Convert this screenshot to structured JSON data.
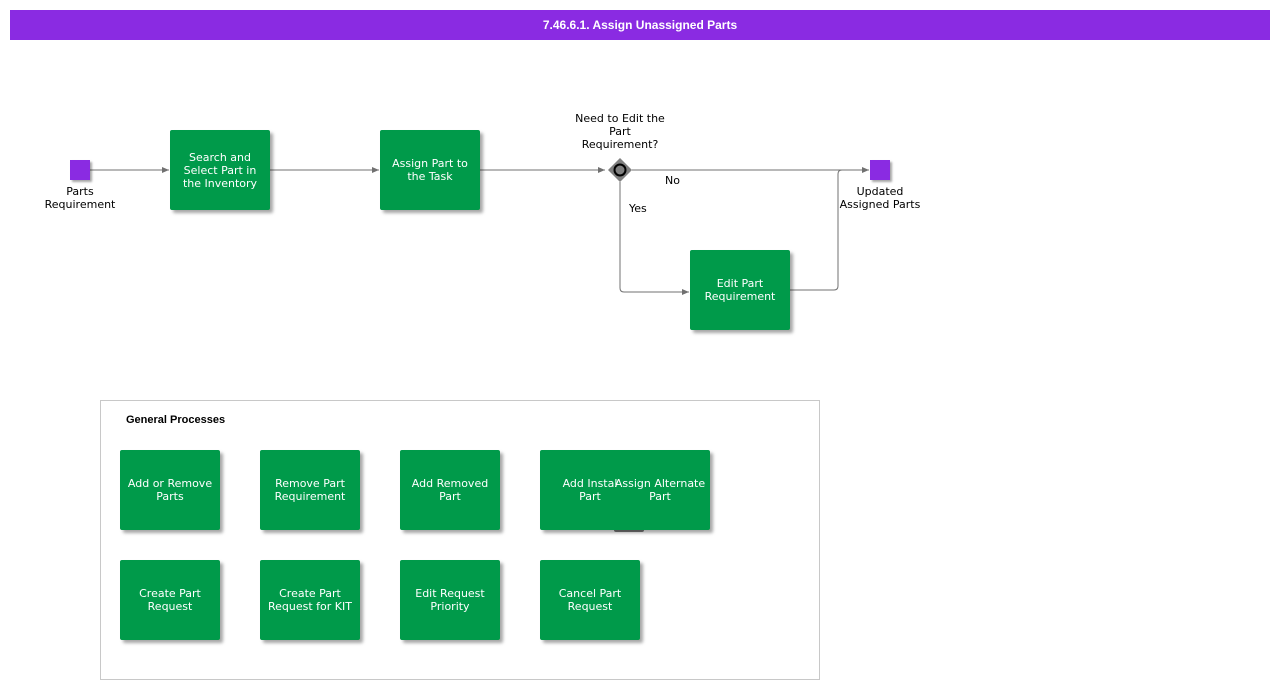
{
  "title": "7.46.6.1. Assign Unassigned Parts",
  "events": {
    "start_label": "Parts Requirement",
    "end_label": "Updated Assigned Parts"
  },
  "tasks": {
    "search_select": "Search and Select Part in the Inventory",
    "assign_part": "Assign Part to the Task",
    "edit_requirement": "Edit Part Requirement"
  },
  "gateway": {
    "question": "Need to Edit the Part Requirement?",
    "no_label": "No",
    "yes_label": "Yes"
  },
  "general": {
    "title": "General Processes",
    "row1": [
      "Add or Remove Parts",
      "Remove Part Requirement",
      "Add Removed Part",
      "Add Instal",
      "Assign Alternate Part"
    ],
    "row1_sub": "Part",
    "row2": [
      "Create Part Request",
      "Create Part Request for KIT",
      "Edit Request Priority",
      "Cancel Part Request"
    ]
  },
  "colors": {
    "accent_purple": "#8a2be2",
    "task_green": "#009a4a",
    "gateway_gray": "#808080"
  }
}
